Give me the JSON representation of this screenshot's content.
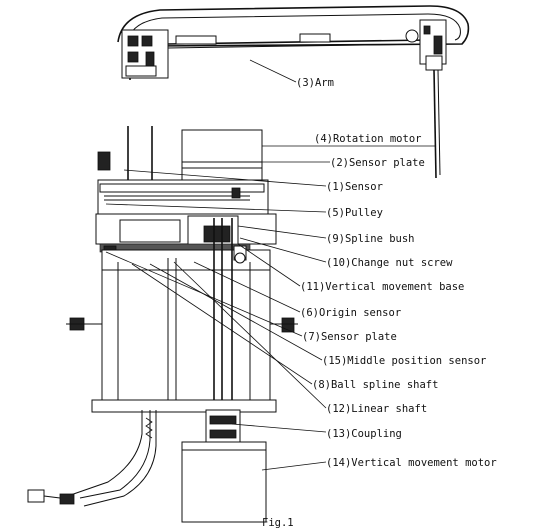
{
  "labels": [
    "(3)Arm",
    "(4)Rotation motor",
    "(2)Sensor plate",
    "(1)Sensor",
    "(5)Pulley",
    "(9)Spline bush",
    "(10)Change nut screw",
    "(11)Vertical movement base",
    "(6)Origin sensor",
    "(7)Sensor plate",
    "(15)Middle position sensor",
    "(8)Ball spline shaft",
    "(12)Linear shaft",
    "(13)Coupling",
    "(14)Vertical movement motor"
  ],
  "caption": "Fig.1"
}
